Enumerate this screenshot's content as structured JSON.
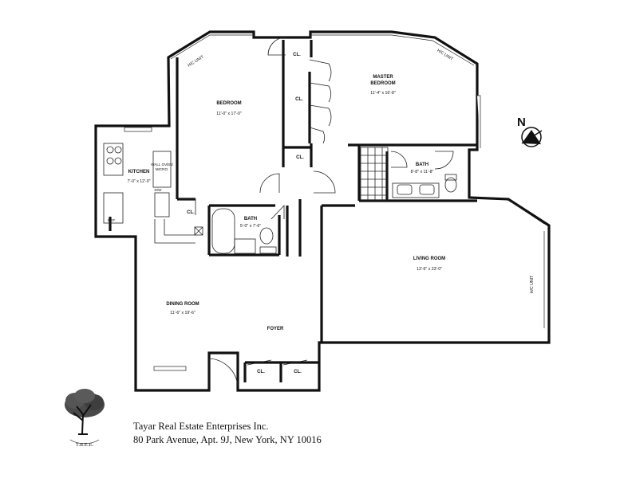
{
  "rooms": {
    "bedroom": {
      "name": "BEDROOM",
      "dims": "11'-0\" x 17'-0\""
    },
    "master": {
      "name1": "MASTER",
      "name2": "BEDROOM",
      "dims": "11'-4\" x 16'-8\""
    },
    "kitchen": {
      "name": "KITCHEN",
      "dims": "7'-0\" x 12'-0\""
    },
    "bath1": {
      "name": "BATH",
      "dims": "5'-0\" x 7'-6\""
    },
    "bath2": {
      "name": "BATH",
      "dims": "8'-8\" x 11'-8\""
    },
    "living": {
      "name": "LIVING ROOM",
      "dims": "13'-6\" x 23'-0\""
    },
    "dining": {
      "name": "DINING ROOM",
      "dims": "11'-6\" x 19'-6\""
    },
    "foyer": {
      "name": "FOYER"
    }
  },
  "labels": {
    "closet": "CL.",
    "hvac": "H/C UNIT",
    "wall_oven1": "WALL OVEN/",
    "wall_oven2": "MICRO.",
    "dw": "D/W",
    "ref": "REF.",
    "compass": "N"
  },
  "company": {
    "name": "Tayar Real Estate Enterprises Inc.",
    "address": "80 Park Avenue, Apt. 9J, New York, NY 10016"
  },
  "logo": {
    "text": "T.R.E.E."
  }
}
